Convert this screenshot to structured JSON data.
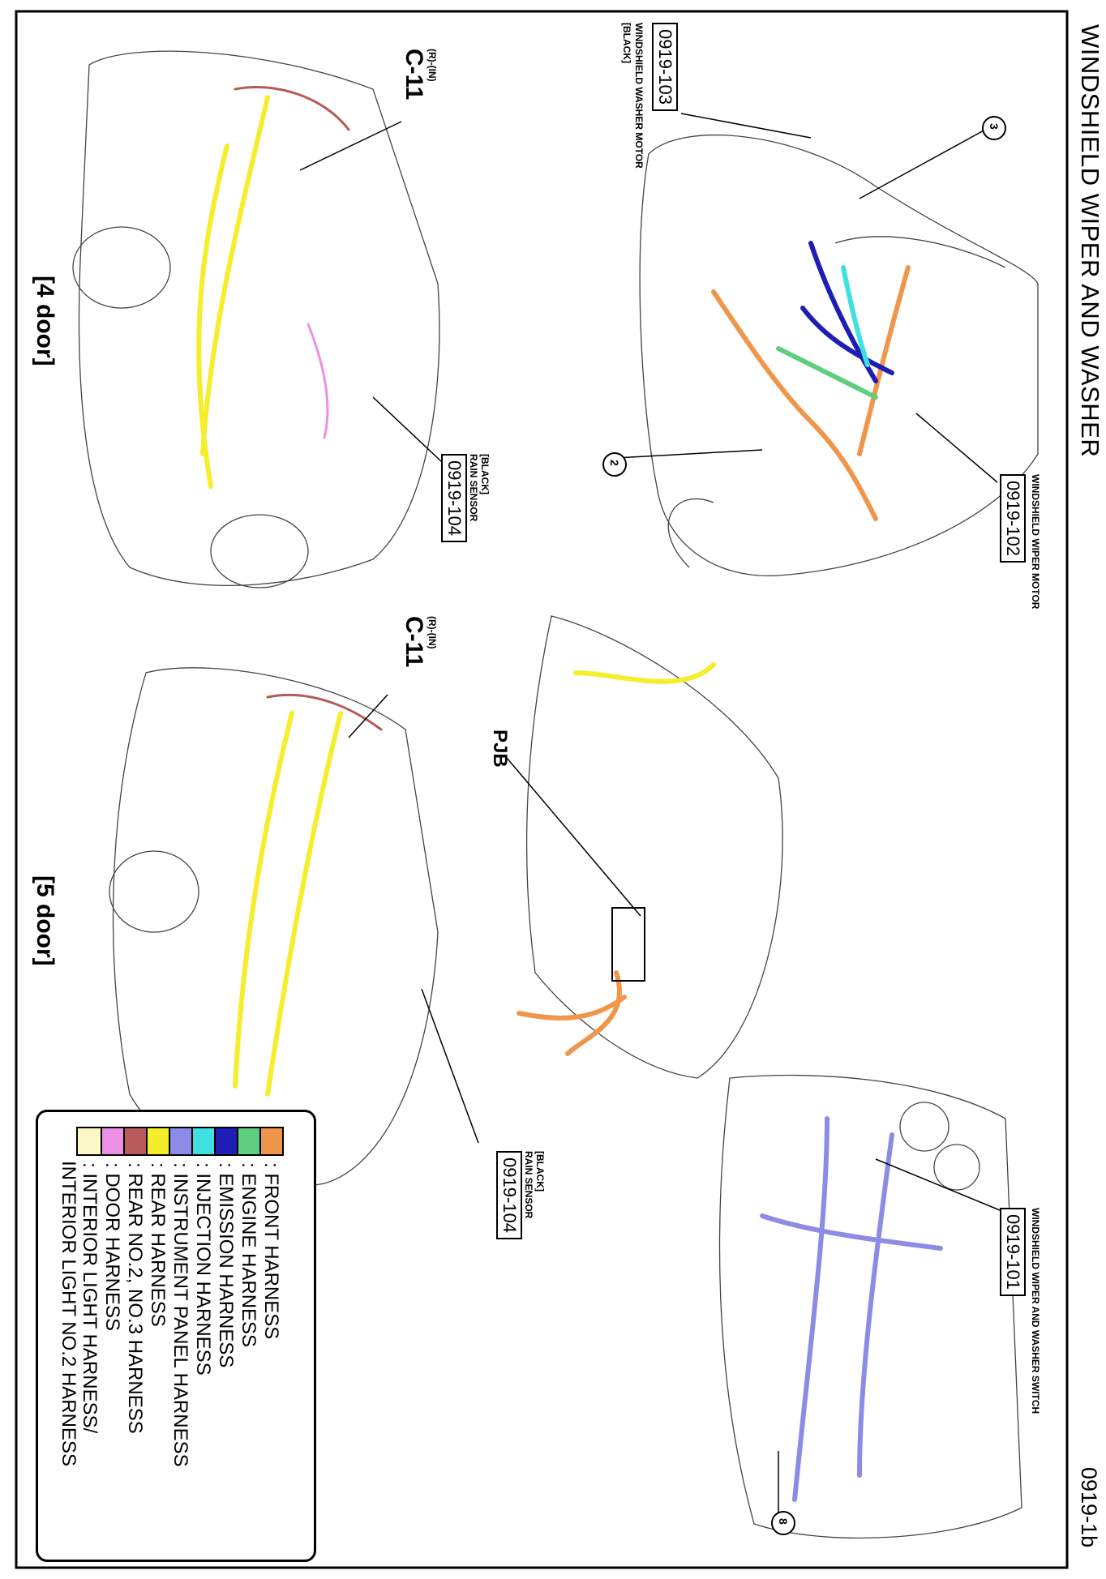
{
  "title": "WINDSHIELD WIPER AND WASHER",
  "page_number": "0919-1b",
  "connectors": [
    {
      "code": "0919-103",
      "name": "WINDSHIELD WASHER MOTOR",
      "color": "[BLACK]"
    },
    {
      "code": "0919-102",
      "name": "WINDSHIELD WIPER MOTOR"
    },
    {
      "code": "0919-101",
      "name": "WINDSHIELD WIPER AND WASHER SWITCH"
    },
    {
      "code": "0919-104",
      "name": "RAIN SENSOR",
      "color": "[BLACK]",
      "variant": "4 door"
    },
    {
      "code": "0919-104",
      "name": "RAIN SENSOR",
      "color": "[BLACK]",
      "variant": "5 door"
    }
  ],
  "callouts": [
    "3",
    "2",
    "8"
  ],
  "c11_4door": {
    "code": "C-11",
    "note": "(R)-(IN)"
  },
  "c11_5door": {
    "code": "C-11",
    "note": "(R)-(IN)"
  },
  "pjb": "PJB",
  "variants": {
    "four_door": "[4 door]",
    "five_door": "[5 door]"
  },
  "legend": [
    {
      "label": ": FRONT HARNESS",
      "color": "#f0964a"
    },
    {
      "label": ": ENGINE HARNESS",
      "color": "#5fce7e"
    },
    {
      "label": ": EMISSION HARNESS",
      "color": "#1e1eb4"
    },
    {
      "label": ": INJECTION HARNESS",
      "color": "#3ee0e0"
    },
    {
      "label": ": INSTRUMENT PANEL HARNESS",
      "color": "#8c8ce6"
    },
    {
      "label": ": REAR HARNESS",
      "color": "#f4ee2c"
    },
    {
      "label": ": REAR NO.2, NO.3 HARNESS",
      "color": "#b65a5a"
    },
    {
      "label": ": DOOR HARNESS",
      "color": "#ec90e6"
    },
    {
      "label": ": INTERIOR LIGHT HARNESS/",
      "color": "#fbf8c6"
    }
  ],
  "legend_continuation": "INTERIOR LIGHT NO.2 HARNESS"
}
